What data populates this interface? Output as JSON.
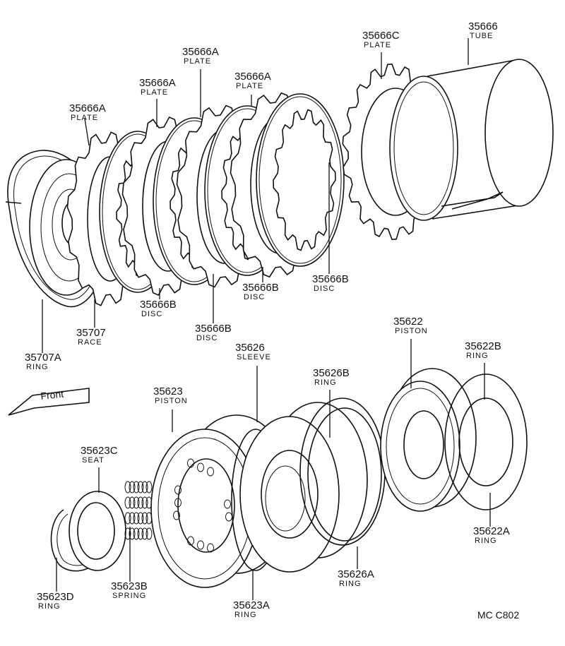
{
  "labels": [
    {
      "id": "35666A-1",
      "number": "35666A",
      "name": "PLATE"
    },
    {
      "id": "35666A-2",
      "number": "35666A",
      "name": "PLATE"
    },
    {
      "id": "35666A-3",
      "number": "35666A",
      "name": "PLATE"
    },
    {
      "id": "35666A-4",
      "number": "35666A",
      "name": "PLATE"
    },
    {
      "id": "35666C",
      "number": "35666C",
      "name": "PLATE"
    },
    {
      "id": "35666",
      "number": "35666",
      "name": "TUBE"
    },
    {
      "id": "35666B-1",
      "number": "35666B",
      "name": "DISC"
    },
    {
      "id": "35666B-2",
      "number": "35666B",
      "name": "DISC"
    },
    {
      "id": "35666B-3",
      "number": "35666B",
      "name": "DISC"
    },
    {
      "id": "35666B-4",
      "number": "35666B",
      "name": "DISC"
    },
    {
      "id": "35707",
      "number": "35707",
      "name": "RACE"
    },
    {
      "id": "35707A",
      "number": "35707A",
      "name": "RING"
    },
    {
      "id": "35622",
      "number": "35622",
      "name": "PISTON"
    },
    {
      "id": "35622B",
      "number": "35622B",
      "name": "RING"
    },
    {
      "id": "35626",
      "number": "35626",
      "name": "SLEEVE"
    },
    {
      "id": "35626B",
      "number": "35626B",
      "name": "RING"
    },
    {
      "id": "35623",
      "number": "35623",
      "name": "PISTON"
    },
    {
      "id": "35623C",
      "number": "35623C",
      "name": "SEAT"
    },
    {
      "id": "35622A",
      "number": "35622A",
      "name": "RING"
    },
    {
      "id": "35626A",
      "number": "35626A",
      "name": "RING"
    },
    {
      "id": "35623D",
      "number": "35623D",
      "name": "RING"
    },
    {
      "id": "35623B",
      "number": "35623B",
      "name": "SPRING"
    },
    {
      "id": "35623A",
      "number": "35623A",
      "name": "RING"
    }
  ],
  "front_arrow": "Front",
  "figure_code": "MC  C802"
}
